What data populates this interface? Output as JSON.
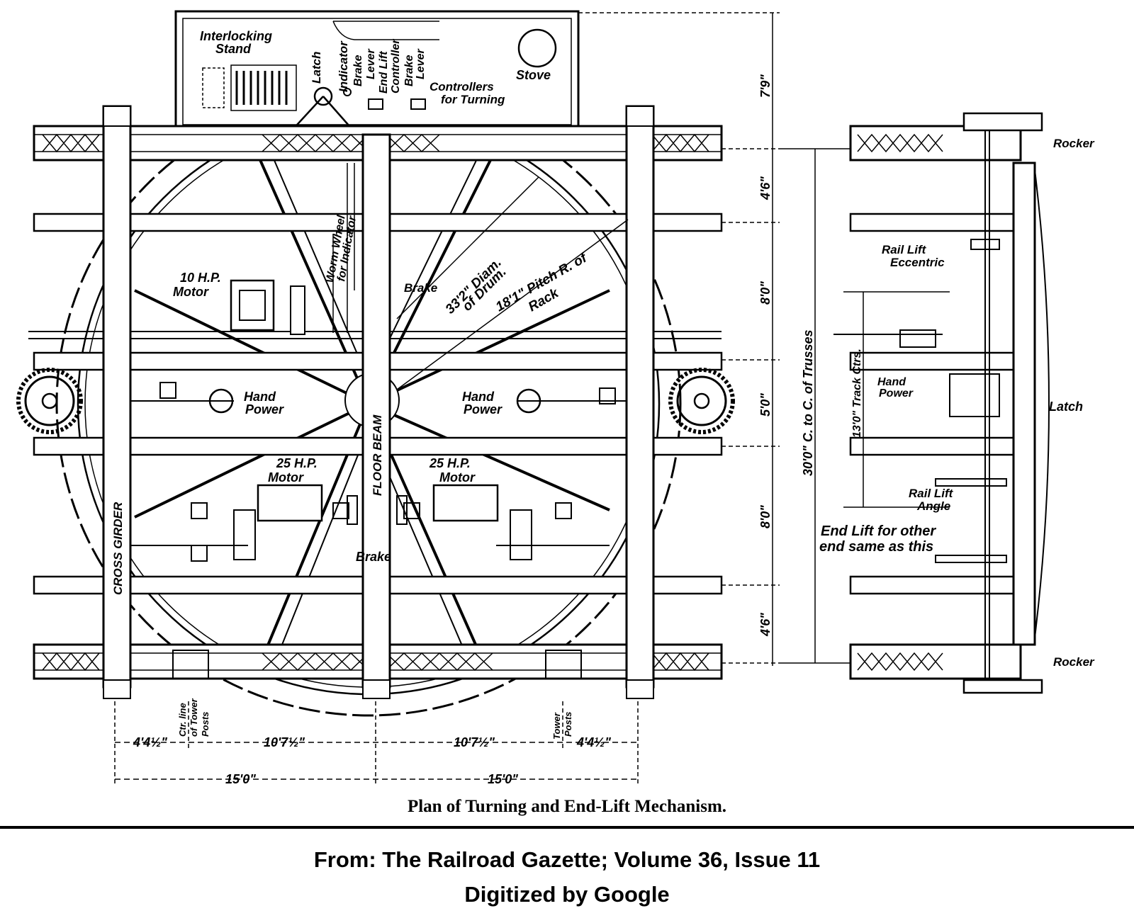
{
  "caption": "Plan of Turning and End-Lift Mechanism.",
  "footer": {
    "source": "From: The Railroad Gazette; Volume 36, Issue 11",
    "digitized": "Digitized by Google"
  },
  "labels": {
    "interlocking_stand": [
      "Interlocking",
      "Stand"
    ],
    "latch": "Latch",
    "indicator": "Indicator",
    "brake_lever_1": [
      "Brake",
      "Lever"
    ],
    "end_lift_controller": [
      "End Lift",
      "Controller"
    ],
    "brake_lever_2": [
      "Brake",
      "Lever"
    ],
    "controllers_for_turning": [
      "Controllers",
      "for Turning"
    ],
    "stove": "Stove",
    "worm_wheel": [
      "Worm Wheel",
      "for Indicator"
    ],
    "motor_10hp": [
      "10 H.P.",
      "Motor"
    ],
    "brake_upper": "Brake",
    "drum_diam": [
      "33'2\" Diam.",
      "of Drum."
    ],
    "pitch_rack": [
      "18'1\" Pitch R. of",
      "Rack"
    ],
    "hand_power_left": [
      "Hand",
      "Power"
    ],
    "hand_power_right": [
      "Hand",
      "Power"
    ],
    "floor_beam": "FLOOR BEAM",
    "cross_girder": "CROSS GIRDER",
    "motor_25hp_left": [
      "25 H.P.",
      "Motor"
    ],
    "motor_25hp_right": [
      "25 H.P.",
      "Motor"
    ],
    "brake_lower": "Brake",
    "ctr_line_tower": [
      "Ctr. line",
      "of Tower",
      "Posts"
    ],
    "tower_posts": [
      "Tower",
      "Posts"
    ],
    "rocker_top": "Rocker",
    "rocker_bottom": "Rocker",
    "rail_lift_eccentric": [
      "Rail Lift",
      "Eccentric"
    ],
    "latch_right": "Latch",
    "hand_power_side": [
      "Hand",
      "Power"
    ],
    "rail_lift_angle": [
      "Rail Lift",
      "Angle"
    ],
    "end_lift_note": [
      "End Lift for other",
      "end same as this"
    ],
    "track_ctrs": "13'0\" Track Ctrs.",
    "trusses": "30'0\" C. to C. of Trusses"
  },
  "dimensions": {
    "vertical": [
      "7'9\"",
      "4'6\"",
      "8'0\"",
      "5'0\"",
      "8'0\"",
      "4'6\""
    ],
    "horizontal_upper": [
      "4'4½\"",
      "10'7½\"",
      "10'7½\"",
      "4'4½\""
    ],
    "horizontal_lower": [
      "15'0\"",
      "15'0\""
    ]
  }
}
